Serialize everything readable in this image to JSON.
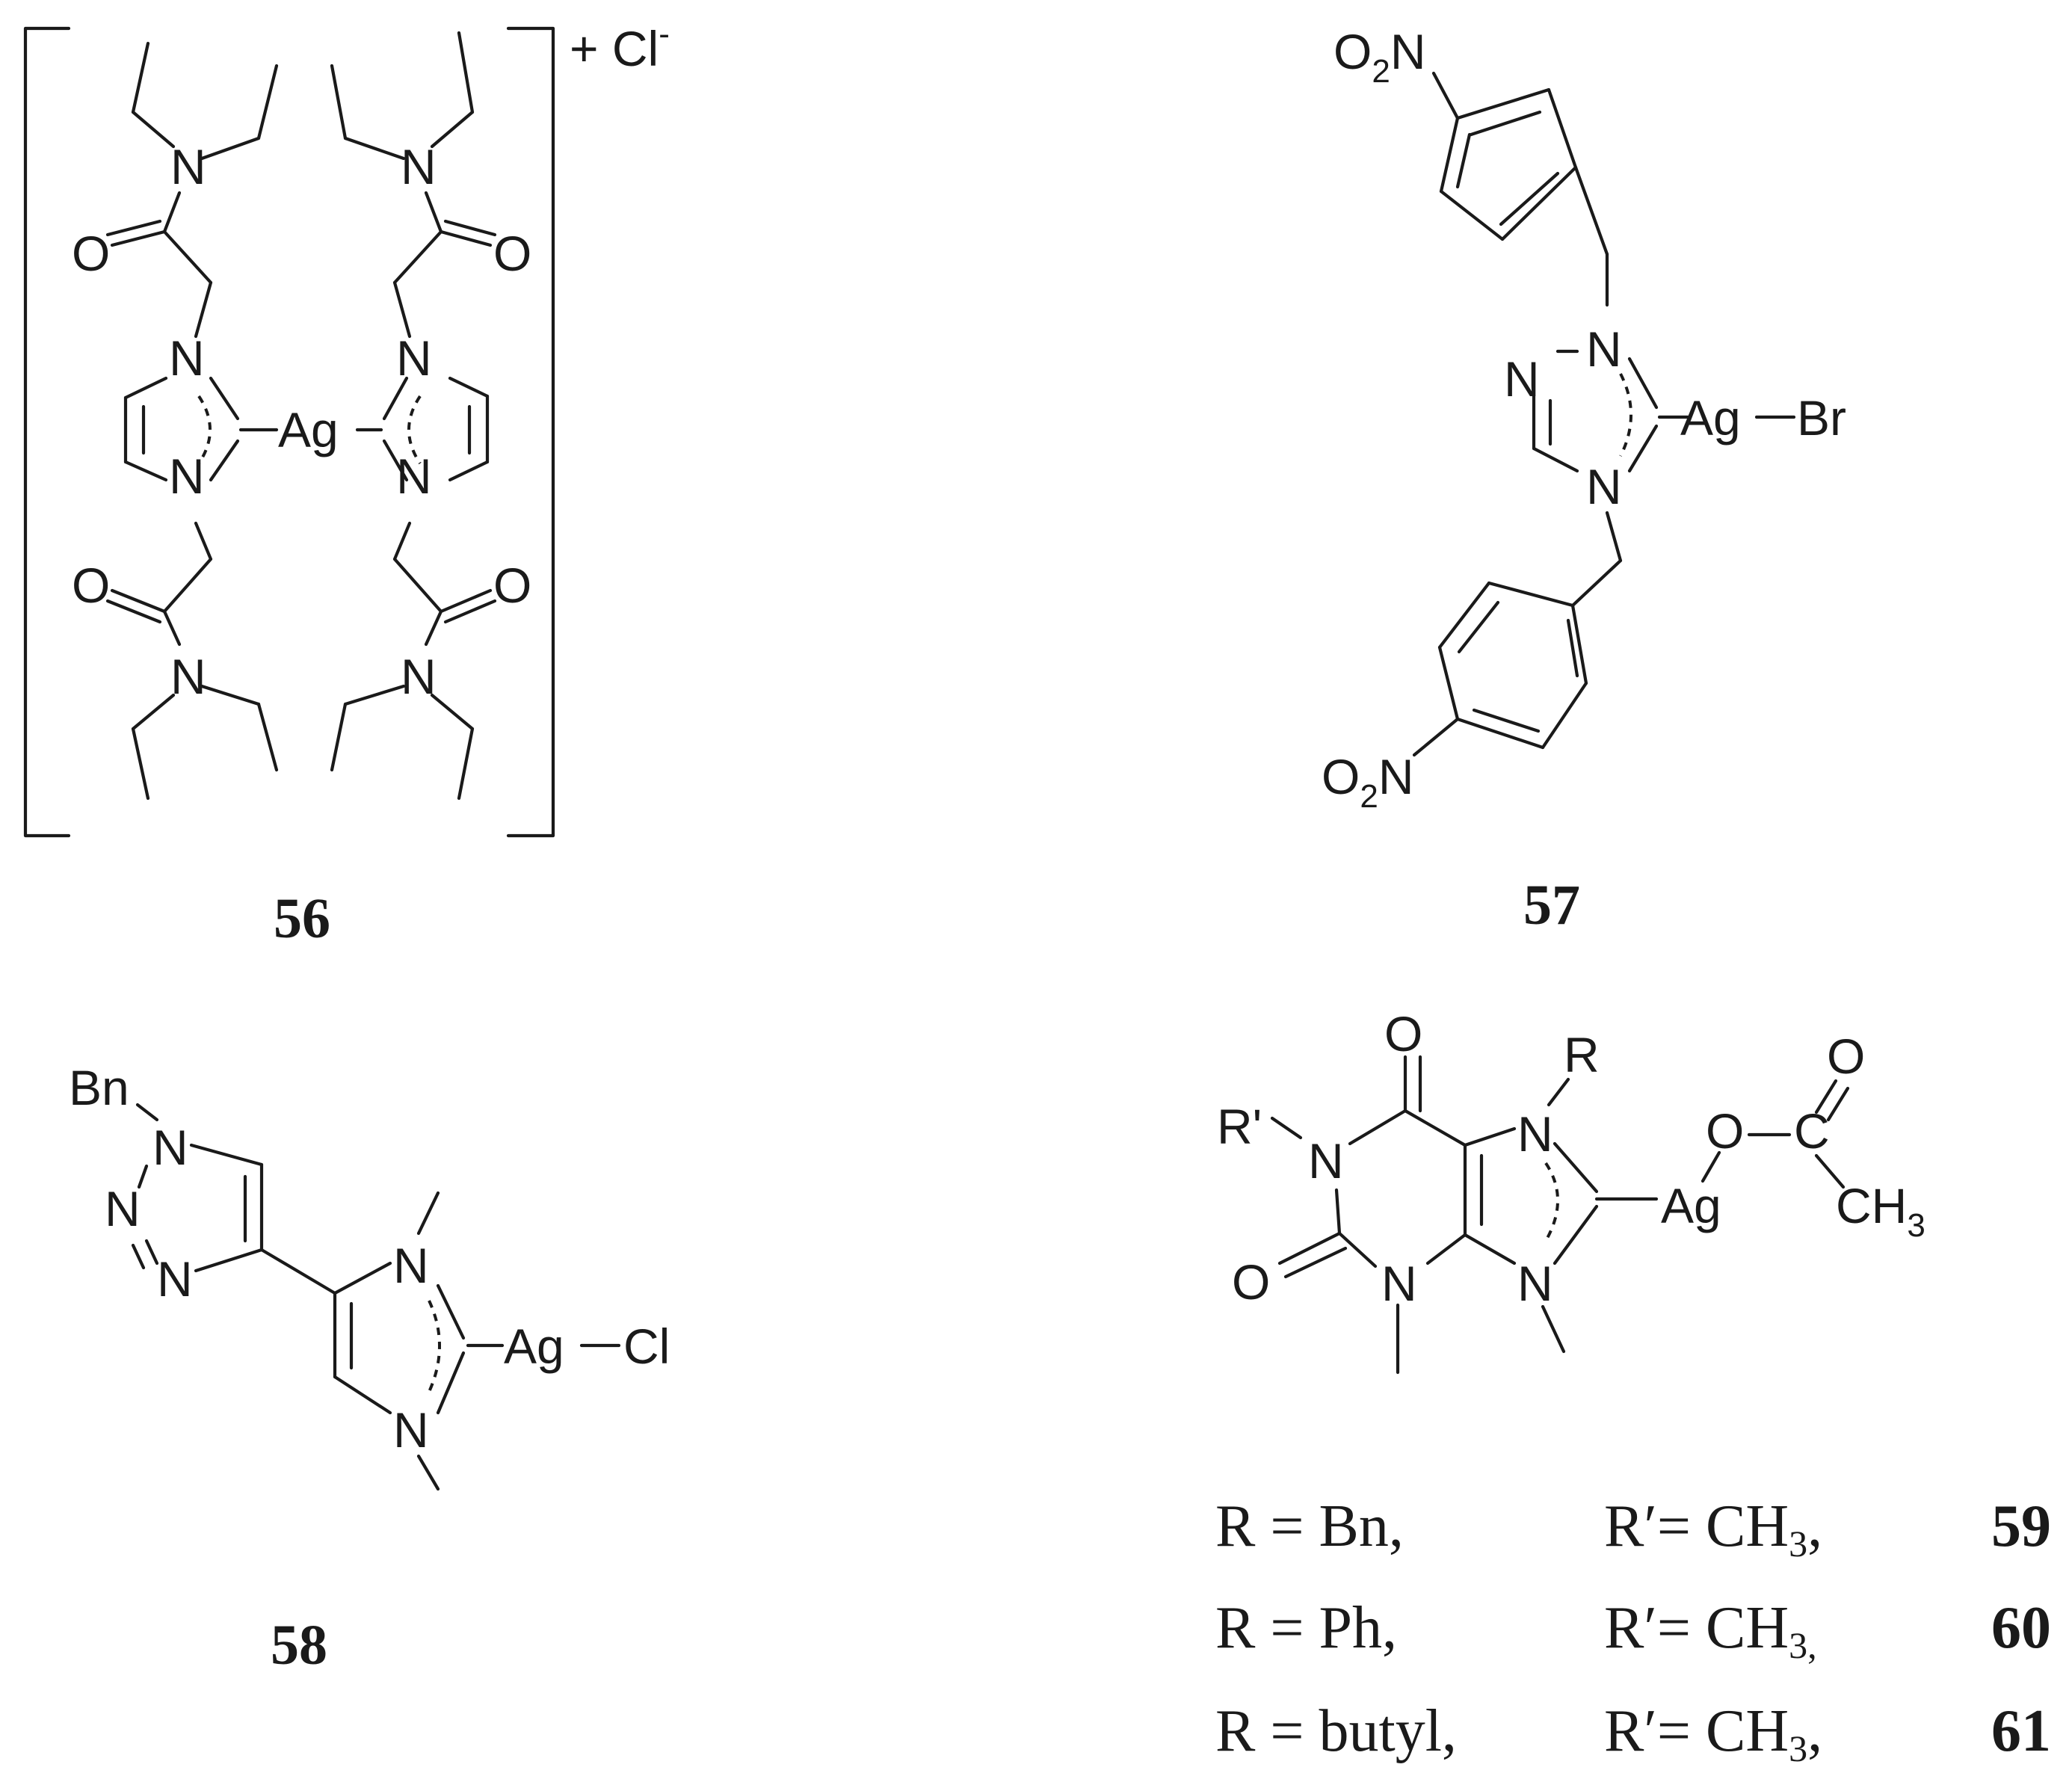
{
  "compounds": [
    {
      "id": "56",
      "counterion": "+ Cl",
      "counterion_sup": "-"
    },
    {
      "id": "57"
    },
    {
      "id": "58"
    },
    {
      "id": "59"
    },
    {
      "id": "60"
    },
    {
      "id": "61"
    }
  ],
  "atoms": {
    "N": "N",
    "O": "O",
    "Ag": "Ag",
    "Br": "Br",
    "Cl": "Cl",
    "O2N": "O",
    "O2N_sub": "2",
    "O2N_N": "N",
    "Bn": "Bn",
    "R": "R",
    "R_prime": "R'",
    "C": "C",
    "CH3": "CH",
    "CH3_sub": "3"
  },
  "substituent_table": [
    {
      "r": "R = Bn,",
      "r_prime": "R′= CH",
      "sub": "3",
      "tail": ",",
      "id": "59"
    },
    {
      "r": "R = Ph,",
      "r_prime": "R′= CH",
      "sub": "3,",
      "tail": "",
      "id": "60"
    },
    {
      "r": "R = butyl,",
      "r_prime": "R′= CH",
      "sub": "3",
      "tail": ",",
      "id": "61"
    }
  ]
}
